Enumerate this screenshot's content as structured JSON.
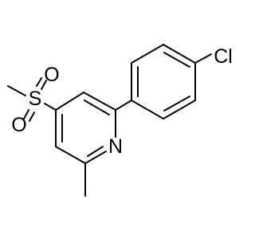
{
  "molecule": {
    "atoms": {
      "chlorine": "Cl",
      "nitrogen": "N",
      "sulfur": "S",
      "oxygen_top": "O",
      "oxygen_bottom": "O"
    }
  }
}
